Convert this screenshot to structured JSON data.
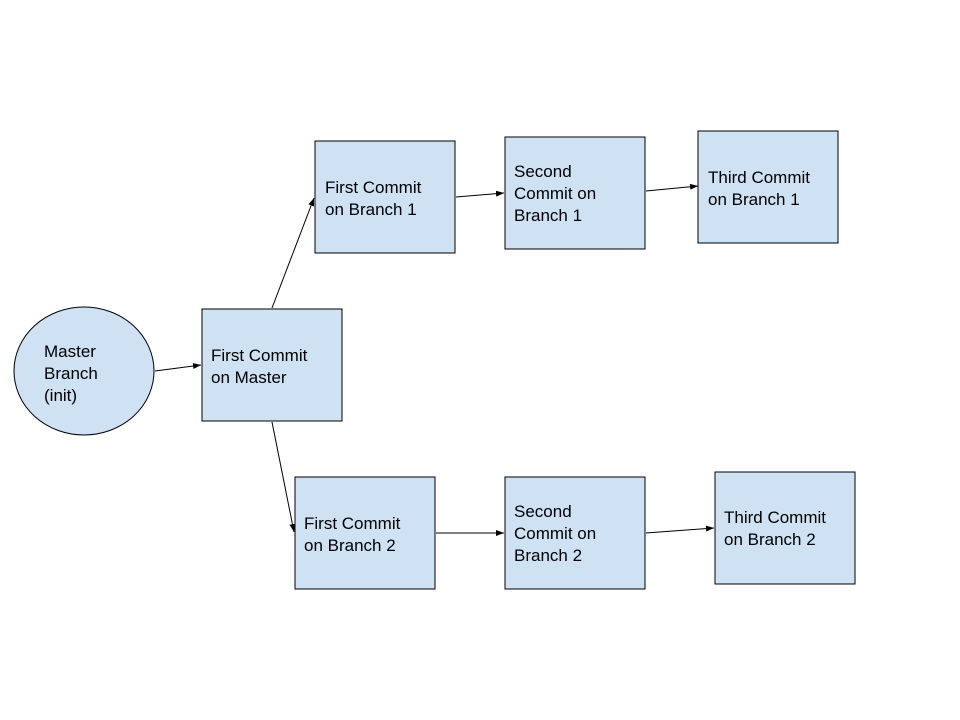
{
  "diagram": {
    "colors": {
      "node_fill": "#cfe2f3",
      "node_stroke": "#000000",
      "edge": "#000000"
    },
    "nodes": {
      "master": {
        "shape": "ellipse",
        "lines": [
          "Master",
          "Branch",
          "(init)"
        ]
      },
      "first_master": {
        "shape": "rect",
        "lines": [
          "First Commit",
          "on Master"
        ]
      },
      "b1_first": {
        "shape": "rect",
        "lines": [
          "First Commit",
          "on Branch 1"
        ]
      },
      "b1_second": {
        "shape": "rect",
        "lines": [
          "Second",
          "Commit on",
          "Branch 1"
        ]
      },
      "b1_third": {
        "shape": "rect",
        "lines": [
          "Third Commit",
          "on Branch 1"
        ]
      },
      "b2_first": {
        "shape": "rect",
        "lines": [
          "First Commit",
          "on Branch 2"
        ]
      },
      "b2_second": {
        "shape": "rect",
        "lines": [
          "Second",
          "Commit on",
          "Branch 2"
        ]
      },
      "b2_third": {
        "shape": "rect",
        "lines": [
          "Third Commit",
          "on Branch 2"
        ]
      }
    },
    "edges": [
      {
        "from": "master",
        "to": "first_master"
      },
      {
        "from": "first_master",
        "to": "b1_first"
      },
      {
        "from": "first_master",
        "to": "b2_first"
      },
      {
        "from": "b1_first",
        "to": "b1_second"
      },
      {
        "from": "b1_second",
        "to": "b1_third"
      },
      {
        "from": "b2_first",
        "to": "b2_second"
      },
      {
        "from": "b2_second",
        "to": "b2_third"
      }
    ]
  }
}
